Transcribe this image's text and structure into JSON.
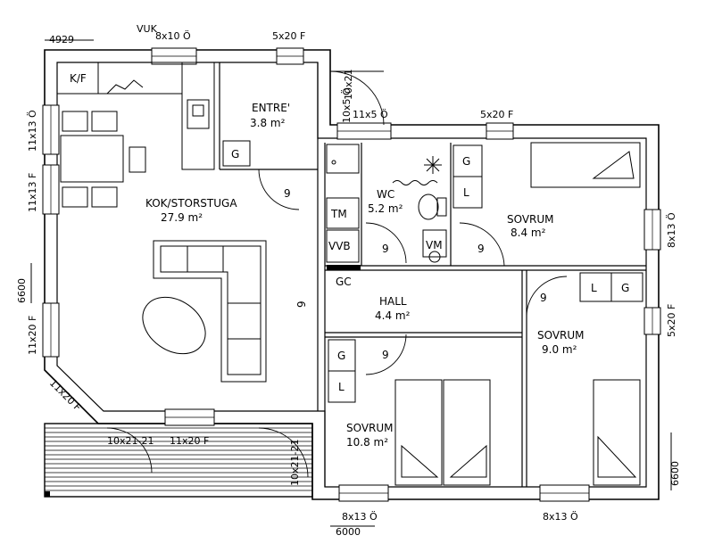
{
  "dimensions": {
    "top": "4929",
    "left": "6600",
    "right": "6600",
    "bottom": "6000"
  },
  "rooms": [
    {
      "name": "KOK/STORSTUGA",
      "area": "27.9 m²"
    },
    {
      "name": "ENTRE'",
      "area": "3.8 m²"
    },
    {
      "name": "WC",
      "area": "5.2 m²"
    },
    {
      "name": "SOVRUM",
      "area": "8.4 m²"
    },
    {
      "name": "HALL",
      "area": "4.4 m²"
    },
    {
      "name": "SOVRUM",
      "area": "9.0 m²"
    },
    {
      "name": "SOVRUM",
      "area": "10.8 m²"
    }
  ],
  "windows": {
    "vuk": "VUK",
    "kok_top": "8x10 Ö",
    "entre_top": "5x20 F",
    "entre_door": "10x21",
    "entre_side": "10x5 Ö",
    "wc_top": "11x5 Ö",
    "sovrum1_top": "5x20 F",
    "left_upper": "11x13 Ö",
    "left_mid": "11x13 F",
    "left_lower": "11x20 F",
    "corner": "11x20 F",
    "right_upper": "8x13 Ö",
    "right_lower": "5x20 F",
    "bottom_door": "10x21-21",
    "bottom_window": "11x20 F",
    "terrace_door": "10x21-21",
    "bottom_left": "8x13 Ö",
    "bottom_right": "8x13 Ö"
  },
  "fixtures": {
    "kf": "K/F",
    "g": "G",
    "l": "L",
    "tm": "TM",
    "vvb": "VVB",
    "vm": "VM",
    "gc": "GC"
  },
  "door_width": "9"
}
